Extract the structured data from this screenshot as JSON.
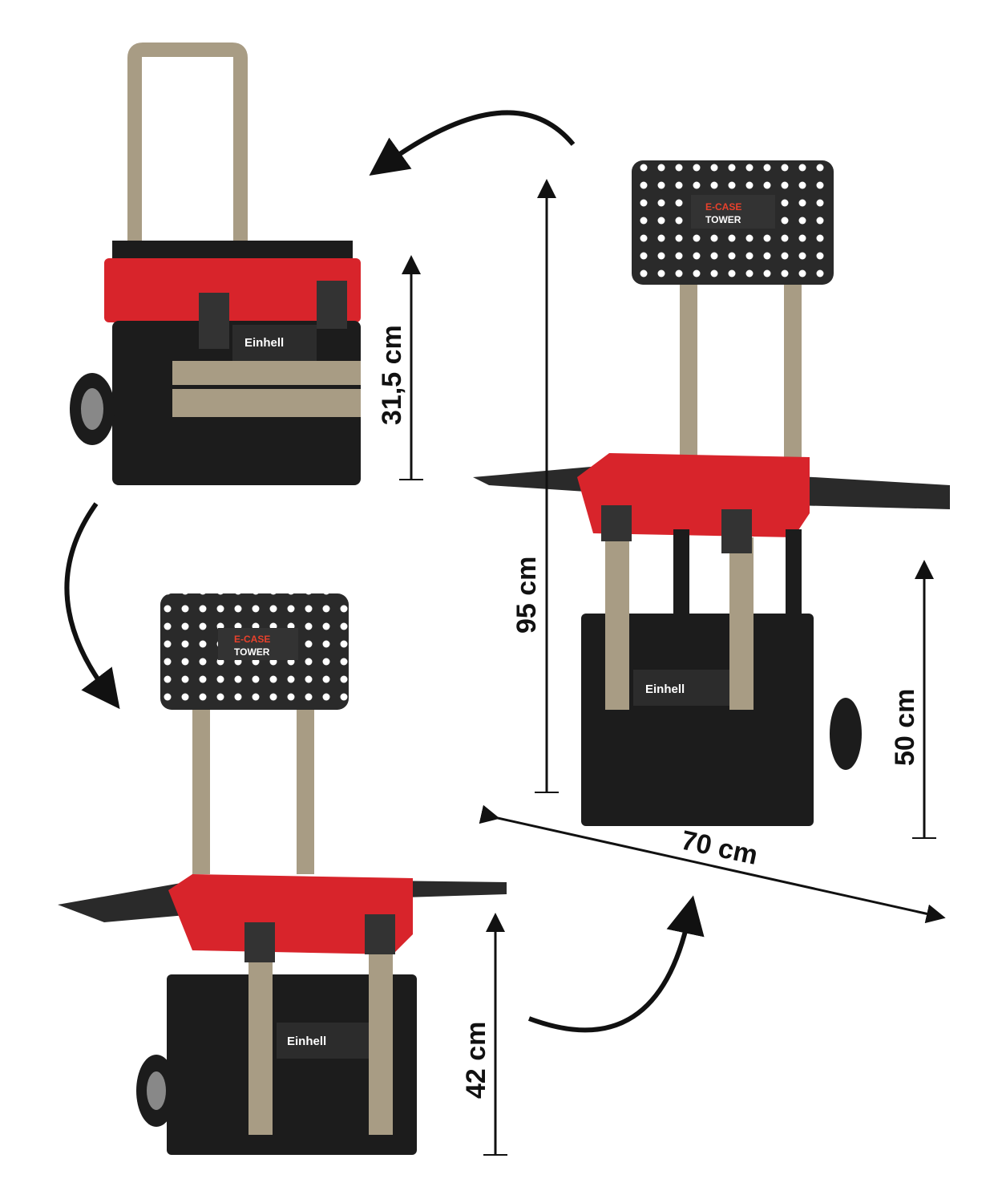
{
  "colors": {
    "red": "#d8242b",
    "black": "#1c1c1c",
    "metal": "#a89c84",
    "board": "#2a2a2a"
  },
  "brand": "Einhell",
  "product_label": {
    "line1": "E-CASE",
    "line2": "TOWER"
  },
  "dimensions": {
    "case_height": "31,5 cm",
    "tower_height": "95 cm",
    "table_height_tall": "50 cm",
    "table_width": "70 cm",
    "table_height_low": "42 cm"
  }
}
